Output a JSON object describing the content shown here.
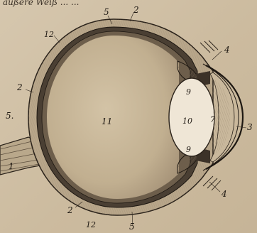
{
  "caption_fragment": "äußere Weiß ... ...",
  "labels": {
    "l5_top": "5",
    "l2_top": "2",
    "l4_top": "4",
    "l12_top": "12",
    "l2_left": "2",
    "l5_left": "5.",
    "l9_top": "9",
    "l10": "10",
    "l7": "7",
    "l3": "3",
    "l11": "11",
    "l9_bottom": "9",
    "l1": "1",
    "l2_bottom": "2",
    "l12_bottom": "12",
    "l4_bottom": "4",
    "l5_bottom": "5"
  },
  "colors": {
    "paper": "#d6c7ae",
    "ink": "#1e1812",
    "sclera": "#b8a68a",
    "choroid": "#4a3f33",
    "vitreous": "#c4b394",
    "lens": "#efe6d6",
    "cornea_fill": "#a99579"
  }
}
